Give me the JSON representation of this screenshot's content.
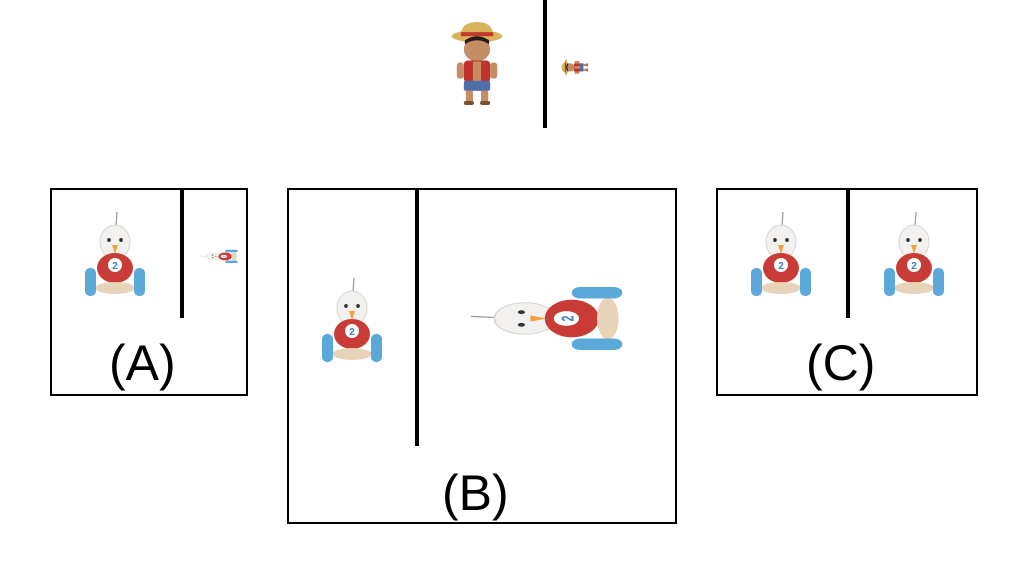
{
  "panels": [
    {
      "id": "A",
      "label": "(A)"
    },
    {
      "id": "B",
      "label": "(B)"
    },
    {
      "id": "C",
      "label": "(C)"
    }
  ],
  "colors": {
    "toy_body_red": "#c93b36",
    "toy_wheel_blue": "#5aa9d8",
    "toy_head_white": "#f2f1ef",
    "beak_orange": "#f2a23a",
    "badge_blue": "#3b7ec7",
    "hat_straw": "#d9b35a",
    "hat_band": "#c23a2e",
    "vest_red": "#c0322e",
    "shorts_blue": "#4d6ea8",
    "skin": "#c68c64"
  },
  "icons": [
    "straw-hat-figure-icon",
    "chick-toy-car-icon"
  ],
  "badge_number": "2"
}
